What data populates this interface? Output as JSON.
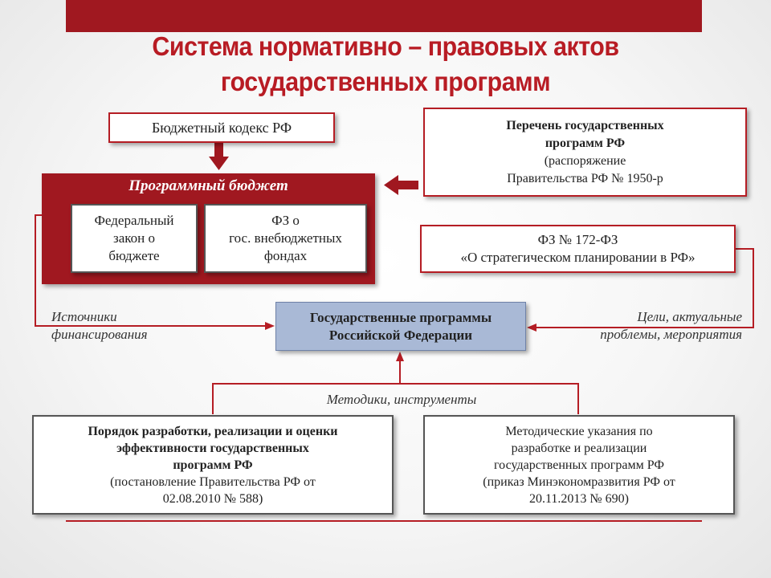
{
  "title": {
    "line1": "Система нормативно – правовых актов",
    "line2": "государственных программ"
  },
  "budget_code": "Бюджетный кодекс РФ",
  "programs_list": {
    "line1": "Перечень государственных",
    "line2": "программ РФ",
    "line3": "(распоряжение",
    "line4": "Правительства РФ № 1950-р"
  },
  "program_budget": {
    "title": "Программный бюджет",
    "federal_law": {
      "line1": "Федеральный",
      "line2": "закон о",
      "line3": "бюджете"
    },
    "fz_funds": {
      "line1": "ФЗ о",
      "line2": "гос. внебюджетных",
      "line3": "фондах"
    }
  },
  "fz172": {
    "line1": "ФЗ № 172-ФЗ",
    "line2": "«О стратегическом планировании в РФ»"
  },
  "sources": {
    "line1": "Источники",
    "line2": "финансирования"
  },
  "goals": {
    "line1": "Цели,  актуальные",
    "line2": "проблемы, мероприятия"
  },
  "state_programs": {
    "line1": "Государственные программы",
    "line2": "Российской Федерации"
  },
  "methods_label": "Методики, инструменты",
  "procedure": {
    "line1": "Порядок разработки, реализации и оценки",
    "line2": "эффективности государственных",
    "line3": "программ РФ",
    "line4": "(постановление Правительства РФ от",
    "line5": "02.08.2010 № 588)"
  },
  "guidelines": {
    "line1": "Методические указания по",
    "line2": "разработке и реализации",
    "line3": "государственных программ РФ",
    "line4": "(приказ Минэкономразвития РФ от",
    "line5": "20.11.2013 № 690)"
  },
  "colors": {
    "accent": "#b51d24",
    "band": "#a01820",
    "state_box": "#a9b9d6"
  }
}
